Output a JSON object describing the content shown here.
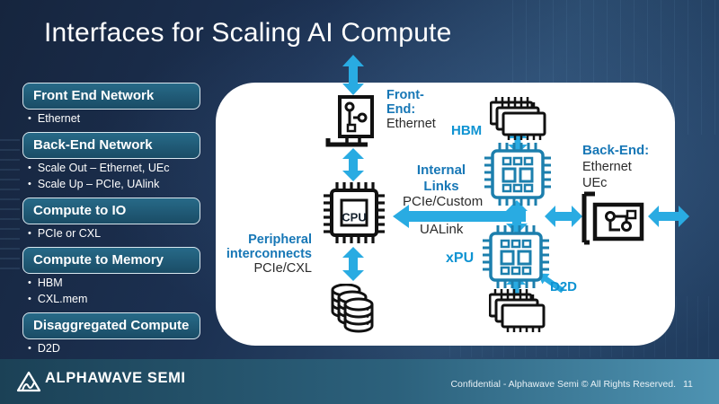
{
  "slide": {
    "title": "Interfaces for Scaling AI Compute",
    "brand": "ALPHAWAVE SEMI",
    "footer_confidential": "Confidential -  Alphawave Semi © All Rights Reserved.",
    "page_number": "11"
  },
  "colors": {
    "background_navy": "#1c3152",
    "panel_white": "#ffffff",
    "arrow_blue": "#29abe2",
    "label_blue": "#1777b6",
    "accent_blue": "#0f93d2",
    "chip_teal": "#1c7fad",
    "sidebar_teal": "#216083",
    "footer_left": "#1b4156",
    "footer_right": "#4e93b2"
  },
  "sidebar": {
    "groups": [
      {
        "title": "Front End Network",
        "bullets": [
          "Ethernet"
        ]
      },
      {
        "title": "Back-End Network",
        "bullets": [
          "Scale Out – Ethernet, UEc",
          "Scale Up – PCIe, UAlink"
        ]
      },
      {
        "title": "Compute to IO",
        "bullets": [
          "PCIe or CXL"
        ]
      },
      {
        "title": "Compute to Memory",
        "bullets": [
          "HBM",
          "CXL.mem"
        ]
      },
      {
        "title": "Disaggregated Compute",
        "bullets": [
          "D2D"
        ]
      }
    ]
  },
  "diagram": {
    "front_end": {
      "l1": "Front-",
      "l2": "End:",
      "sub": "Ethernet"
    },
    "internal": {
      "l1": "Internal",
      "l2": "Links",
      "pcie": "PCIe/Custom",
      "ualink": "UALink"
    },
    "peripheral": {
      "l1": "Peripheral",
      "l2": "interconnects",
      "sub": "PCIe/CXL"
    },
    "back_end": {
      "title": "Back-End:",
      "sub1": "Ethernet",
      "sub2": "UEc"
    },
    "labels": {
      "hbm": "HBM",
      "xpu": "xPU",
      "d2d": "D2D",
      "cpu": "CPU"
    }
  }
}
